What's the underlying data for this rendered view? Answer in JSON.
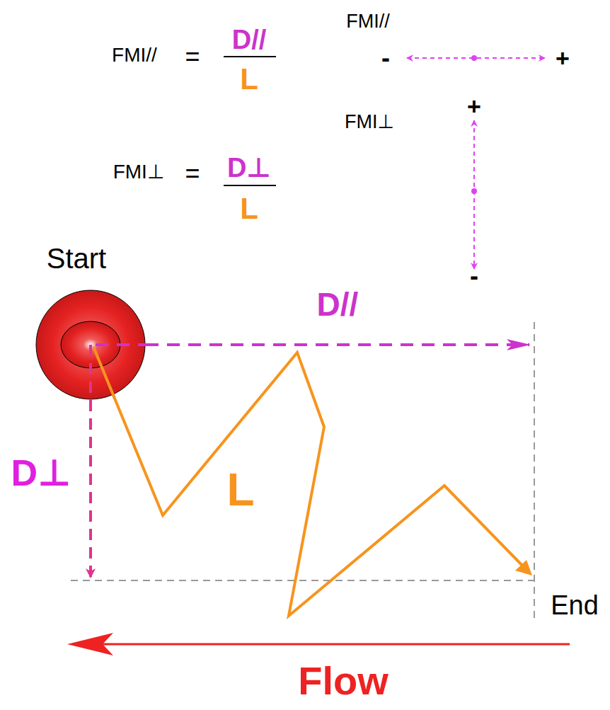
{
  "diagram": {
    "nodes": [
      {
        "text": [
          "Start"
        ]
      }
    ],
    "labels": [
      "FMI//",
      "=",
      "D//",
      "L",
      "FMI⊥",
      "=",
      "D⊥",
      "L",
      "FMI//",
      "-",
      "+",
      "FMI⊥",
      "+",
      "-",
      "D//",
      "D⊥",
      "L",
      "End",
      "Flow"
    ]
  }
}
